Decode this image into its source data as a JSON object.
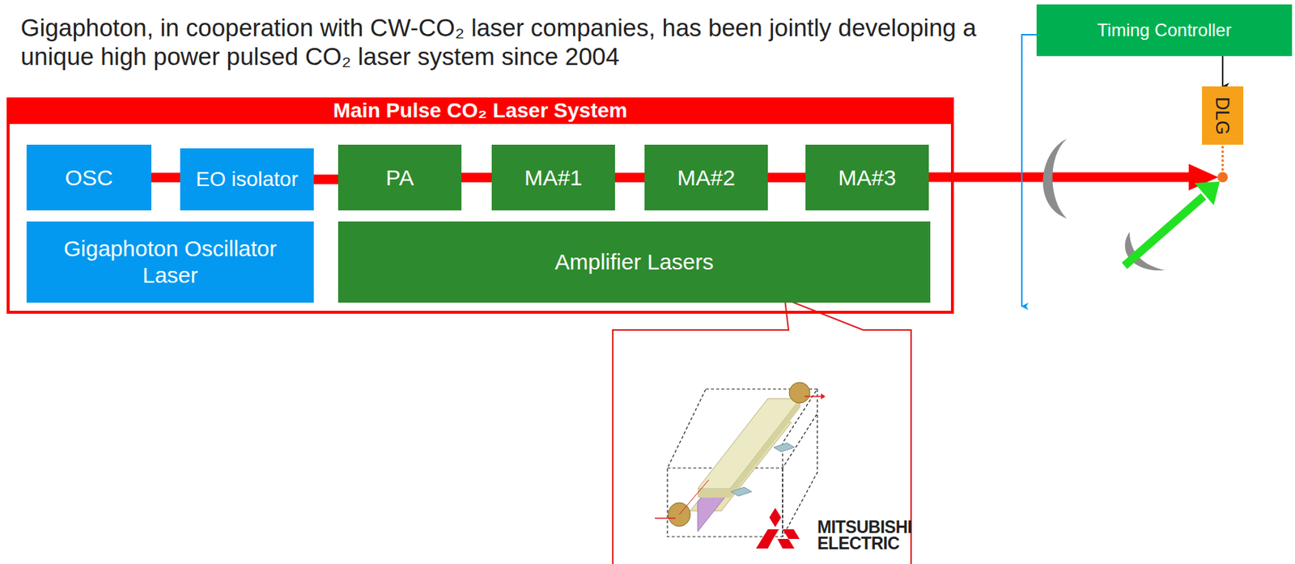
{
  "diagram": {
    "title": "Gigaphoton, in cooperation with CW-CO₂ laser companies, has been jointly developing a unique high power pulsed CO₂ laser system since 2004",
    "nodes": [
      {
        "text": [
          "Main Pulse CO₂ Laser System"
        ]
      },
      {
        "text": [
          "OSC"
        ],
        "in": 0
      },
      {
        "text": [
          "EO isolator"
        ],
        "in": 0
      },
      {
        "text": [
          "PA"
        ],
        "in": 0
      },
      {
        "text": [
          "MA#1"
        ],
        "in": 0
      },
      {
        "text": [
          "MA#2"
        ],
        "in": 0
      },
      {
        "text": [
          "MA#3"
        ],
        "in": 0
      },
      {
        "text": [
          "Gigaphoton Oscillator Laser"
        ],
        "in": 0
      },
      {
        "text": [
          "Amplifier Lasers"
        ],
        "in": 0
      },
      {
        "text": [
          "Timing Controller"
        ]
      },
      {
        "text": [
          "DLG"
        ]
      }
    ],
    "edges": [
      {
        "from": 1,
        "to": 2,
        "arrow": "none"
      },
      {
        "from": 2,
        "to": 3,
        "arrow": "none"
      },
      {
        "from": 3,
        "to": 4,
        "arrow": "none"
      },
      {
        "from": 4,
        "to": 5,
        "arrow": "none"
      },
      {
        "from": 5,
        "to": 6,
        "arrow": "none"
      },
      {
        "from": 9,
        "to": 10,
        "arrow": "to"
      }
    ],
    "labels": [
      "MITSUBISHI ELECTRIC"
    ]
  }
}
